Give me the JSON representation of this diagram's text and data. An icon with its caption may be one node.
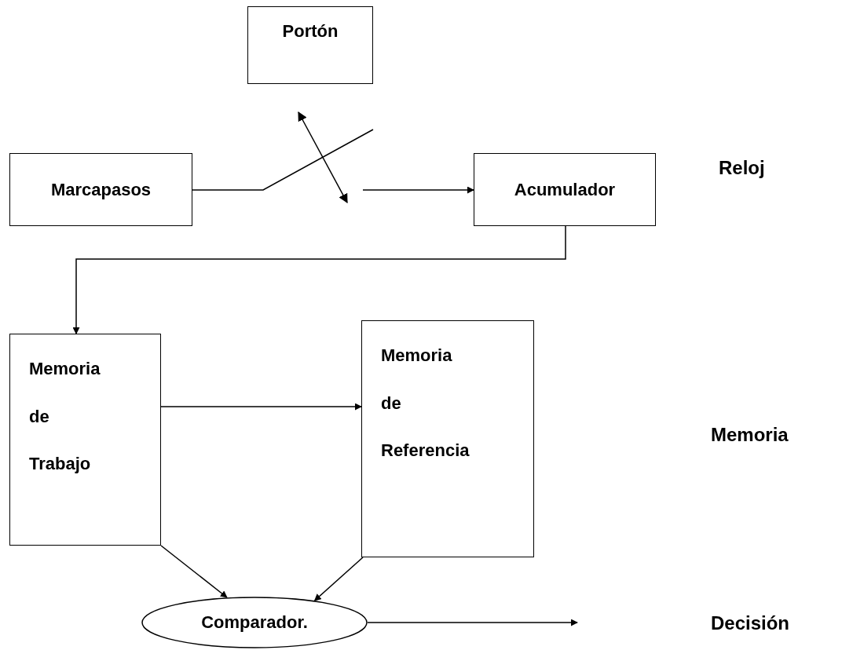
{
  "diagram": {
    "nodes": [
      {
        "text": [
          "Portón"
        ]
      },
      {
        "text": [
          "Marcapasos"
        ]
      },
      {
        "text": [
          "Acumulador"
        ]
      },
      {
        "text": [
          "Memoria de Trabajo"
        ]
      },
      {
        "text": [
          "Memoria de Referencia"
        ]
      },
      {
        "text": [
          "Comparador."
        ]
      }
    ],
    "edges": [
      {
        "from": 1,
        "to": null,
        "arrow": "none"
      },
      {
        "from": null,
        "to": 2,
        "arrow": "to"
      },
      {
        "from": 2,
        "to": 3,
        "arrow": "to"
      },
      {
        "from": 3,
        "to": 4,
        "arrow": "to"
      },
      {
        "from": 3,
        "to": 5,
        "arrow": "to"
      },
      {
        "from": 4,
        "to": 5,
        "arrow": "to"
      },
      {
        "from": 5,
        "to": null,
        "arrow": "to"
      }
    ],
    "labels": [
      "Reloj",
      "Memoria",
      "Decisión"
    ]
  }
}
